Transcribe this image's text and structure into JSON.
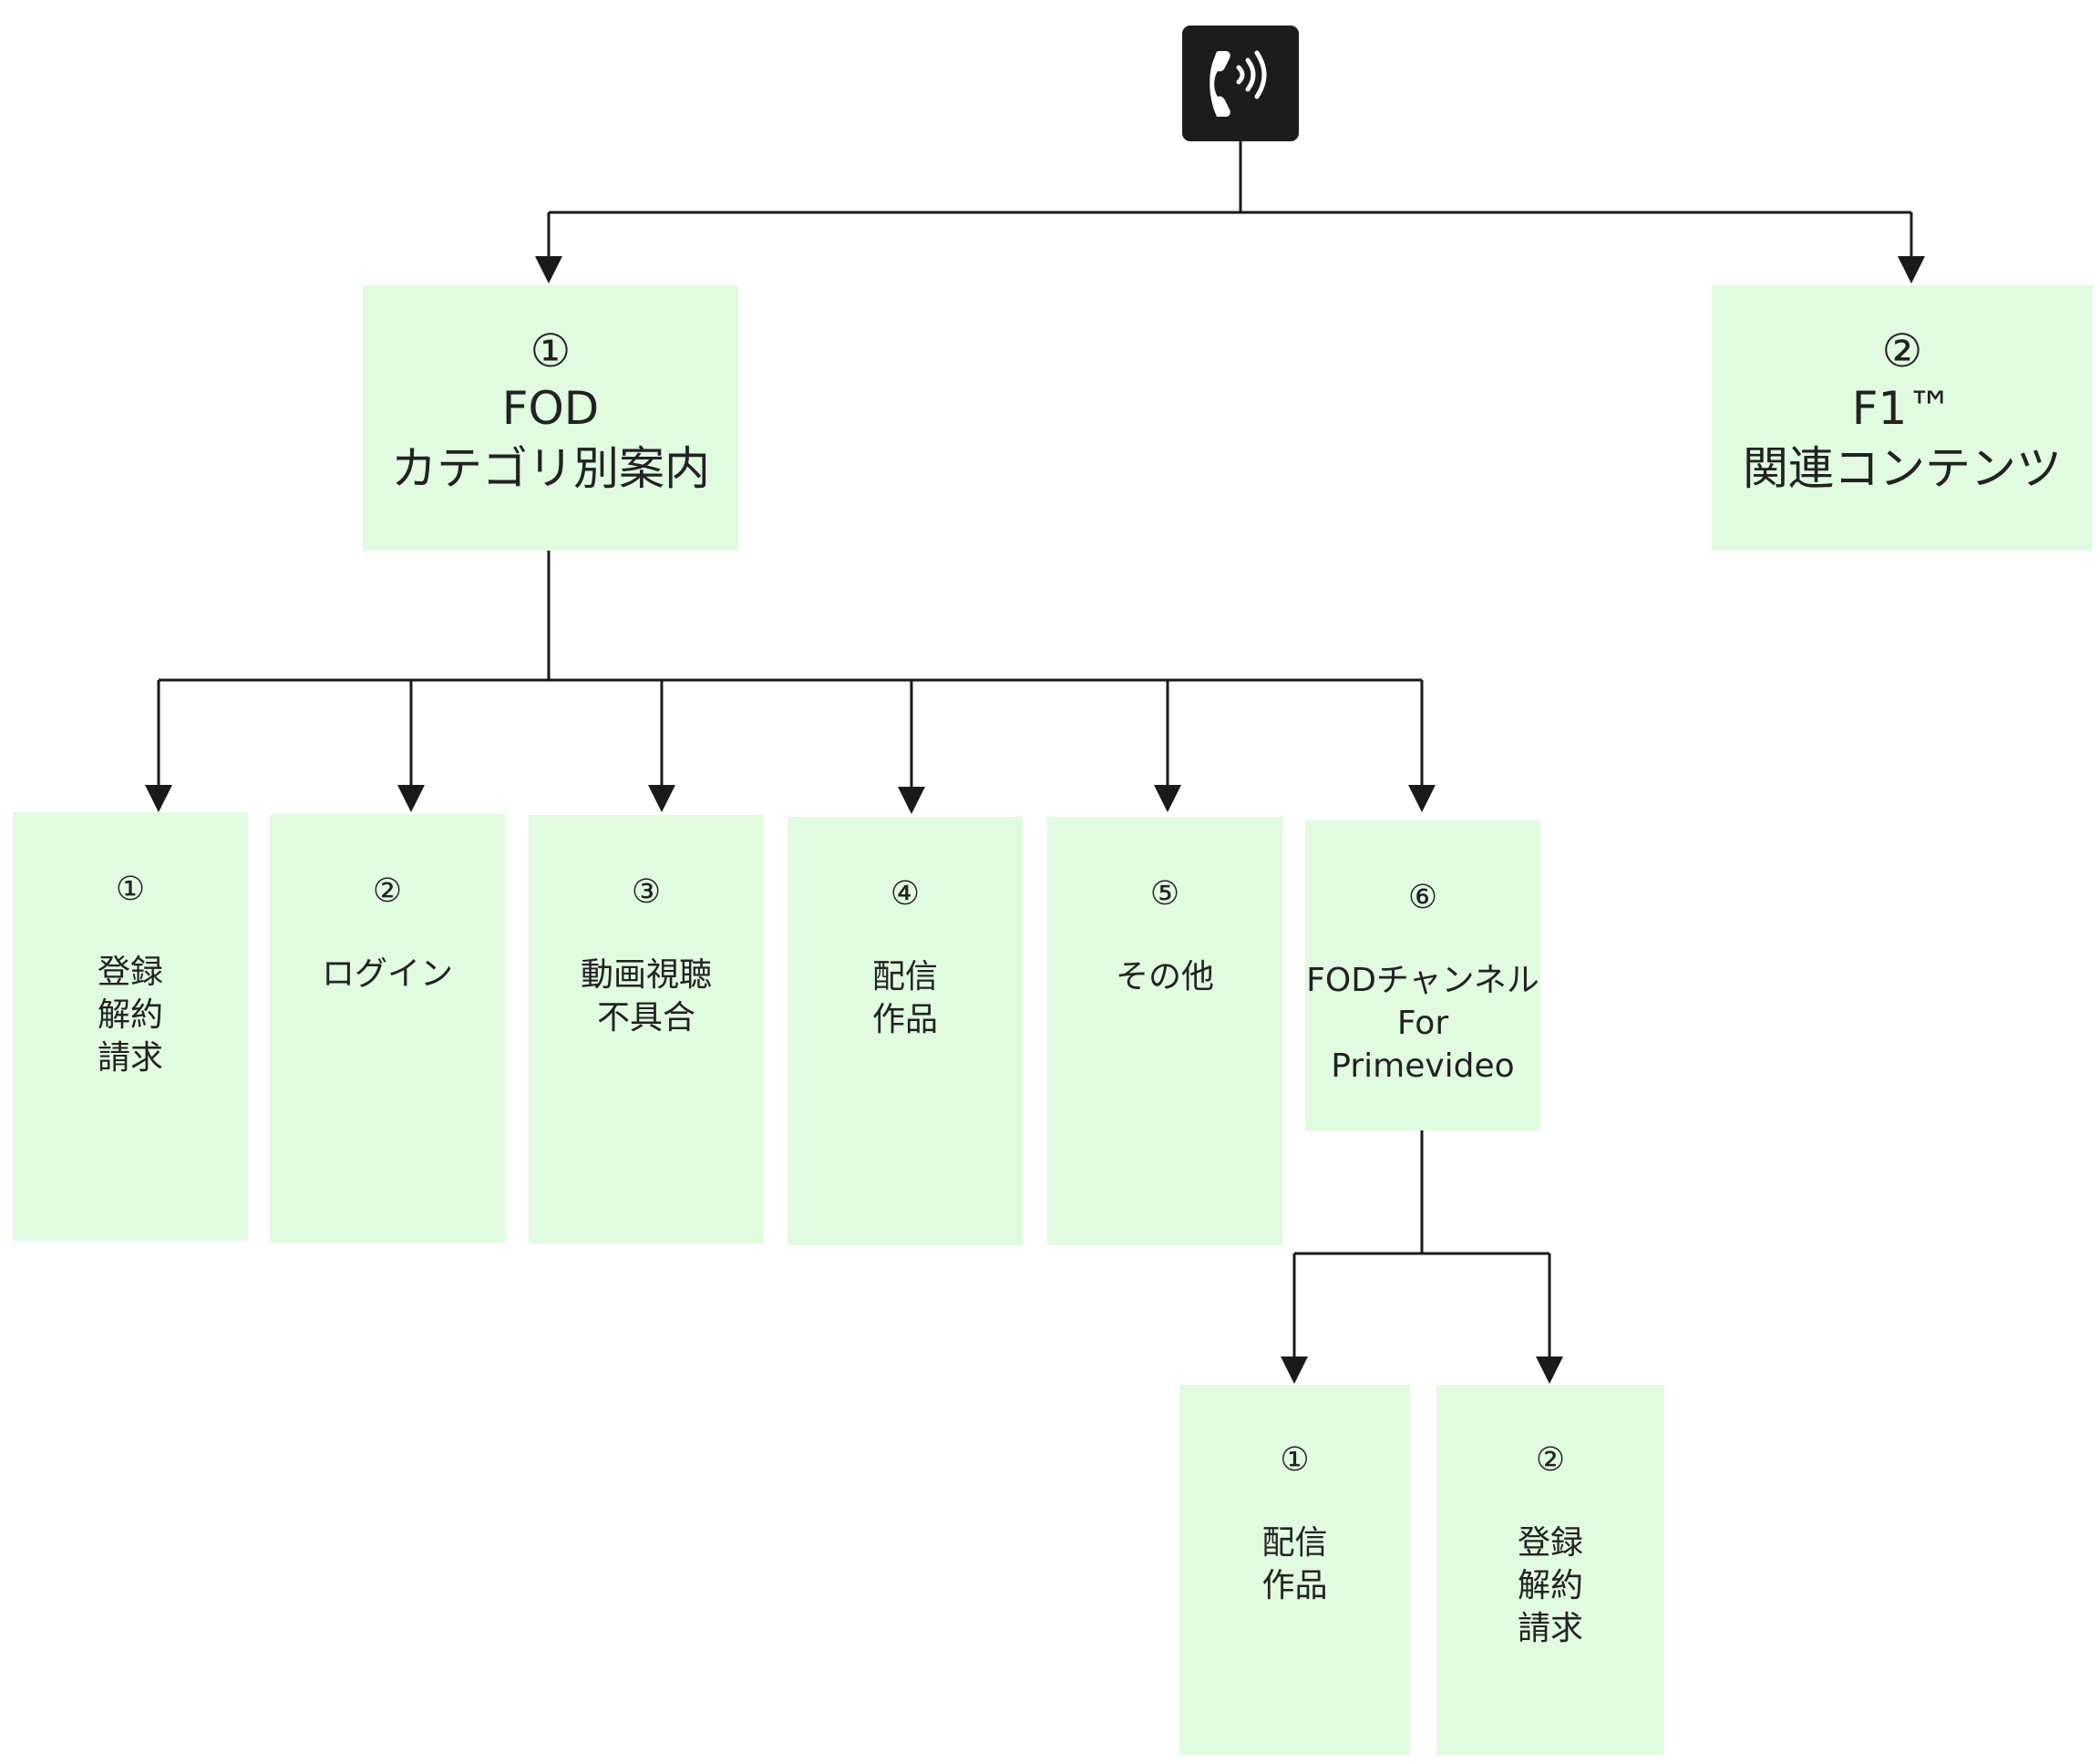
{
  "root": {
    "icon": "phone-ringing-icon"
  },
  "colors": {
    "box_fill": "#e0fbe0",
    "line": "#1a1a1a",
    "icon_bg": "#1c1c1c"
  },
  "top_nodes": [
    {
      "num": "①",
      "label": "FOD\nカテゴリ別案内"
    },
    {
      "num": "②",
      "label": "F1™\n関連コンテンツ"
    }
  ],
  "categories": [
    {
      "num": "①",
      "label": "登録\n解約\n請求"
    },
    {
      "num": "②",
      "label": "ログイン"
    },
    {
      "num": "③",
      "label": "動画視聴\n不具合"
    },
    {
      "num": "④",
      "label": "配信\n作品"
    },
    {
      "num": "⑤",
      "label": "その他"
    },
    {
      "num": "⑥",
      "label": "FODチャンネル\nFor\nPrimevideo"
    }
  ],
  "sub_nodes": [
    {
      "num": "①",
      "label": "配信\n作品"
    },
    {
      "num": "②",
      "label": "登録\n解約\n請求"
    }
  ]
}
